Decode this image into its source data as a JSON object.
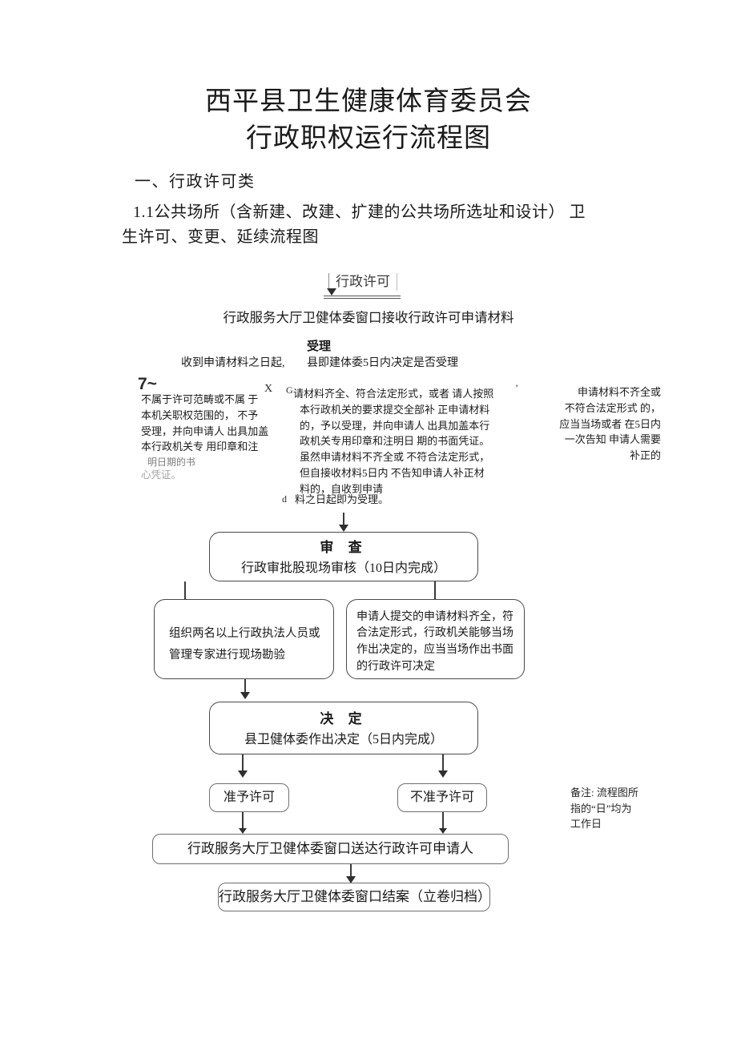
{
  "document": {
    "title_line_1": "西平县卫生健康体育委员会",
    "title_line_2": "行政职权运行流程图",
    "section_heading": "一、行政许可类",
    "subsection_line_1": "1.1公共场所（含新建、改建、扩建的公共场所选址和设计） 卫",
    "subsection_line_2": "生许可、变更、延续流程图"
  },
  "flow": {
    "banner_label": "行政许可",
    "intake_line": "行政服务大厅卫健体委窗口接收行政许可申请材料",
    "acceptance": {
      "bold_label": "受理",
      "left_caption": "收到申请材料之日起,",
      "main_caption": "县即建体委5日内决定是否受理"
    },
    "stray_marks": {
      "mark_1": "7~",
      "mark_2": "X",
      "mark_3": "G",
      "mark_4": "d",
      "mark_5": "’"
    },
    "columns": {
      "left": [
        "不属于许可范畴或不属 于",
        "本机关职权范围的， 不予",
        "受理，并向申请人 出具加盖",
        "本行政机关专 用印章和注",
        "明日期的书",
        "心凭证。"
      ],
      "middle": [
        "请材料齐全、符合法定形式，或者 请人按照",
        "本行政机关的要求提交全部补 正申请材料",
        "的，予以受理，并向申请人 出具加盖本行",
        "政机关专用印章和注明日 期的书面凭证。",
        "虽然申请材料不齐全或 不符合法定形式，",
        "但自接收材料5日内 不告知申请人补正材",
        "料的，自收到申请"
      ],
      "middle_tail": "料之日起即为受理。",
      "right": [
        "申请材料不齐全或",
        "不符合法定形式 的，",
        "应当当场或者 在5日内",
        "一次告知 申请人需要",
        "补正的"
      ]
    },
    "nodes": {
      "review": {
        "heading": "审 查",
        "body": "行政审批股现场审核（10日内完成）"
      },
      "inspect": {
        "line_1": "组织两名以上行政执法人员或",
        "line_2": "管理专家进行现场勘验"
      },
      "onsite_decision": {
        "line_1": "申请人提交的申请材料齐全，符",
        "line_2": "合法定形式，行政机关能够当场",
        "line_3": "作出决定的，应当当场作出书面",
        "line_4": "的行政许可决定"
      },
      "decision": {
        "heading": "决 定",
        "body": "县卫健体委作出决定（5日内完成）"
      },
      "approve": "准予许可",
      "reject": "不准予许可",
      "deliver": "行政服务大厅卫健体委窗口送达行政许可申请人",
      "close": "行政服务大厅卫健体委窗口结案（立卷归档）"
    },
    "note": {
      "line_1": "备注: 流程图所",
      "line_2": "指的“日”均为",
      "line_3": "工作日"
    }
  }
}
